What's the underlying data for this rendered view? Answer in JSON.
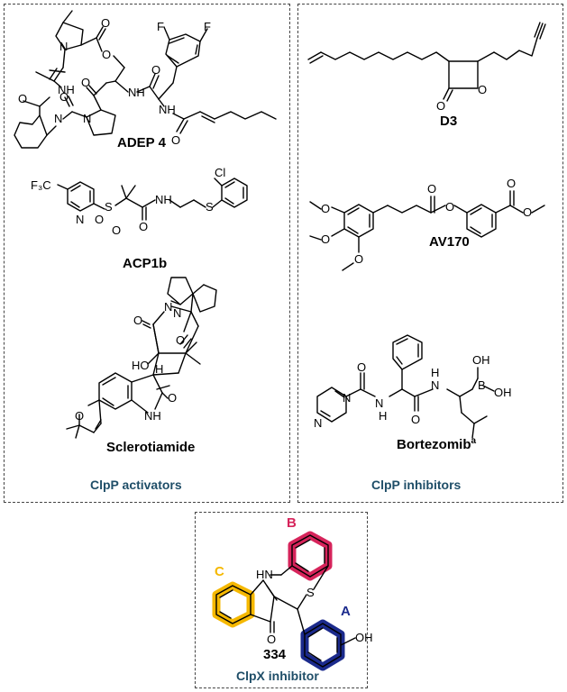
{
  "panels": {
    "activators": {
      "caption": "ClpP activators",
      "compounds": [
        {
          "name": "ADEP 4"
        },
        {
          "name": "ACP1b"
        },
        {
          "name": "Sclerotiamide"
        }
      ]
    },
    "inhibitors": {
      "caption": "ClpP inhibitors",
      "compounds": [
        {
          "name": "D3"
        },
        {
          "name": "AV170"
        },
        {
          "name": "Bortezomib",
          "superscript": "a"
        }
      ]
    },
    "clpx": {
      "caption": "ClpX inhibitor",
      "compound": {
        "name": "334"
      },
      "ring_labels": {
        "a": "A",
        "b": "B",
        "c": "C"
      }
    }
  },
  "atom_labels": {
    "F": "F",
    "O": "O",
    "N": "N",
    "NH": "NH",
    "HN": "HN",
    "HO": "HO",
    "OH": "OH",
    "H": "H",
    "S": "S",
    "Cl": "Cl",
    "CF3": "F₃C",
    "B": "B"
  },
  "colors": {
    "caption": "#1f4e68",
    "ring_a": "#1b2a8c",
    "ring_b": "#d6245b",
    "ring_c": "#f5b800"
  }
}
